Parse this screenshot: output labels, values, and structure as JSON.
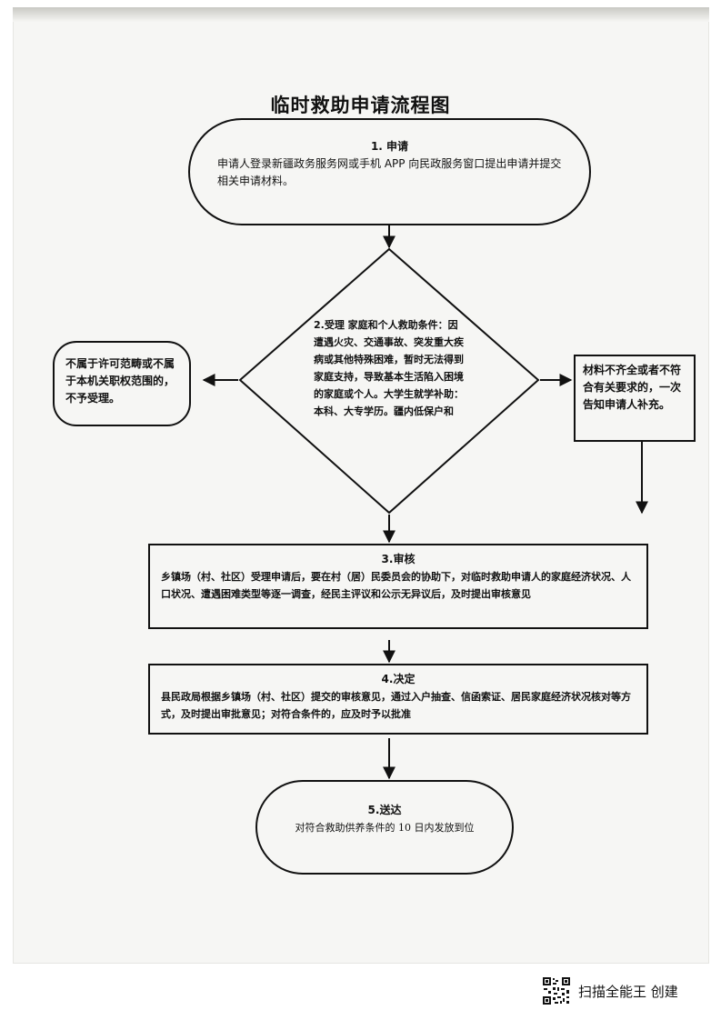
{
  "title": "临时救助申请流程图",
  "steps": {
    "apply": {
      "head": "1. 申请",
      "body": "申请人登录新疆政务服务网或手机 APP 向民政服务窗口提出申请并提交相关申请材料。"
    },
    "accept": {
      "text": "2.受理 家庭和个人救助条件：因遭遇火灾、交通事故、突发重大疾病或其他特殊困难，暂时无法得到家庭支持，导致基本生活陷入困境的家庭或个人。大学生就学补助：本科、大专学历。疆内低保户和"
    },
    "reject": {
      "text": "不属于许可范畴或不属于本机关职权范围的，不予受理。"
    },
    "supplement": {
      "text": "材料不齐全或者不符合有关要求的，一次告知申请人补充。"
    },
    "review": {
      "head": "3.审核",
      "body": "乡镇场（村、社区）受理申请后，要在村（居）民委员会的协助下，对临时救助申请人的家庭经济状况、人口状况、遭遇困难类型等逐一调查，经民主评议和公示无异议后，及时提出审核意见"
    },
    "decide": {
      "head": "4.决定",
      "body": "县民政局根据乡镇场（村、社区）提交的审核意见，通过入户抽查、信函索证、居民家庭经济状况核对等方式，及时提出审批意见；对符合条件的，应及时予以批准"
    },
    "deliver": {
      "head": "5.送达",
      "body": "对符合救助供养条件的 10 日内发放到位"
    }
  },
  "footer": {
    "text": "扫描全能王 创建",
    "icon": "qr-code-icon"
  },
  "colors": {
    "line": "#111111",
    "paper": "#f6f6f4"
  }
}
